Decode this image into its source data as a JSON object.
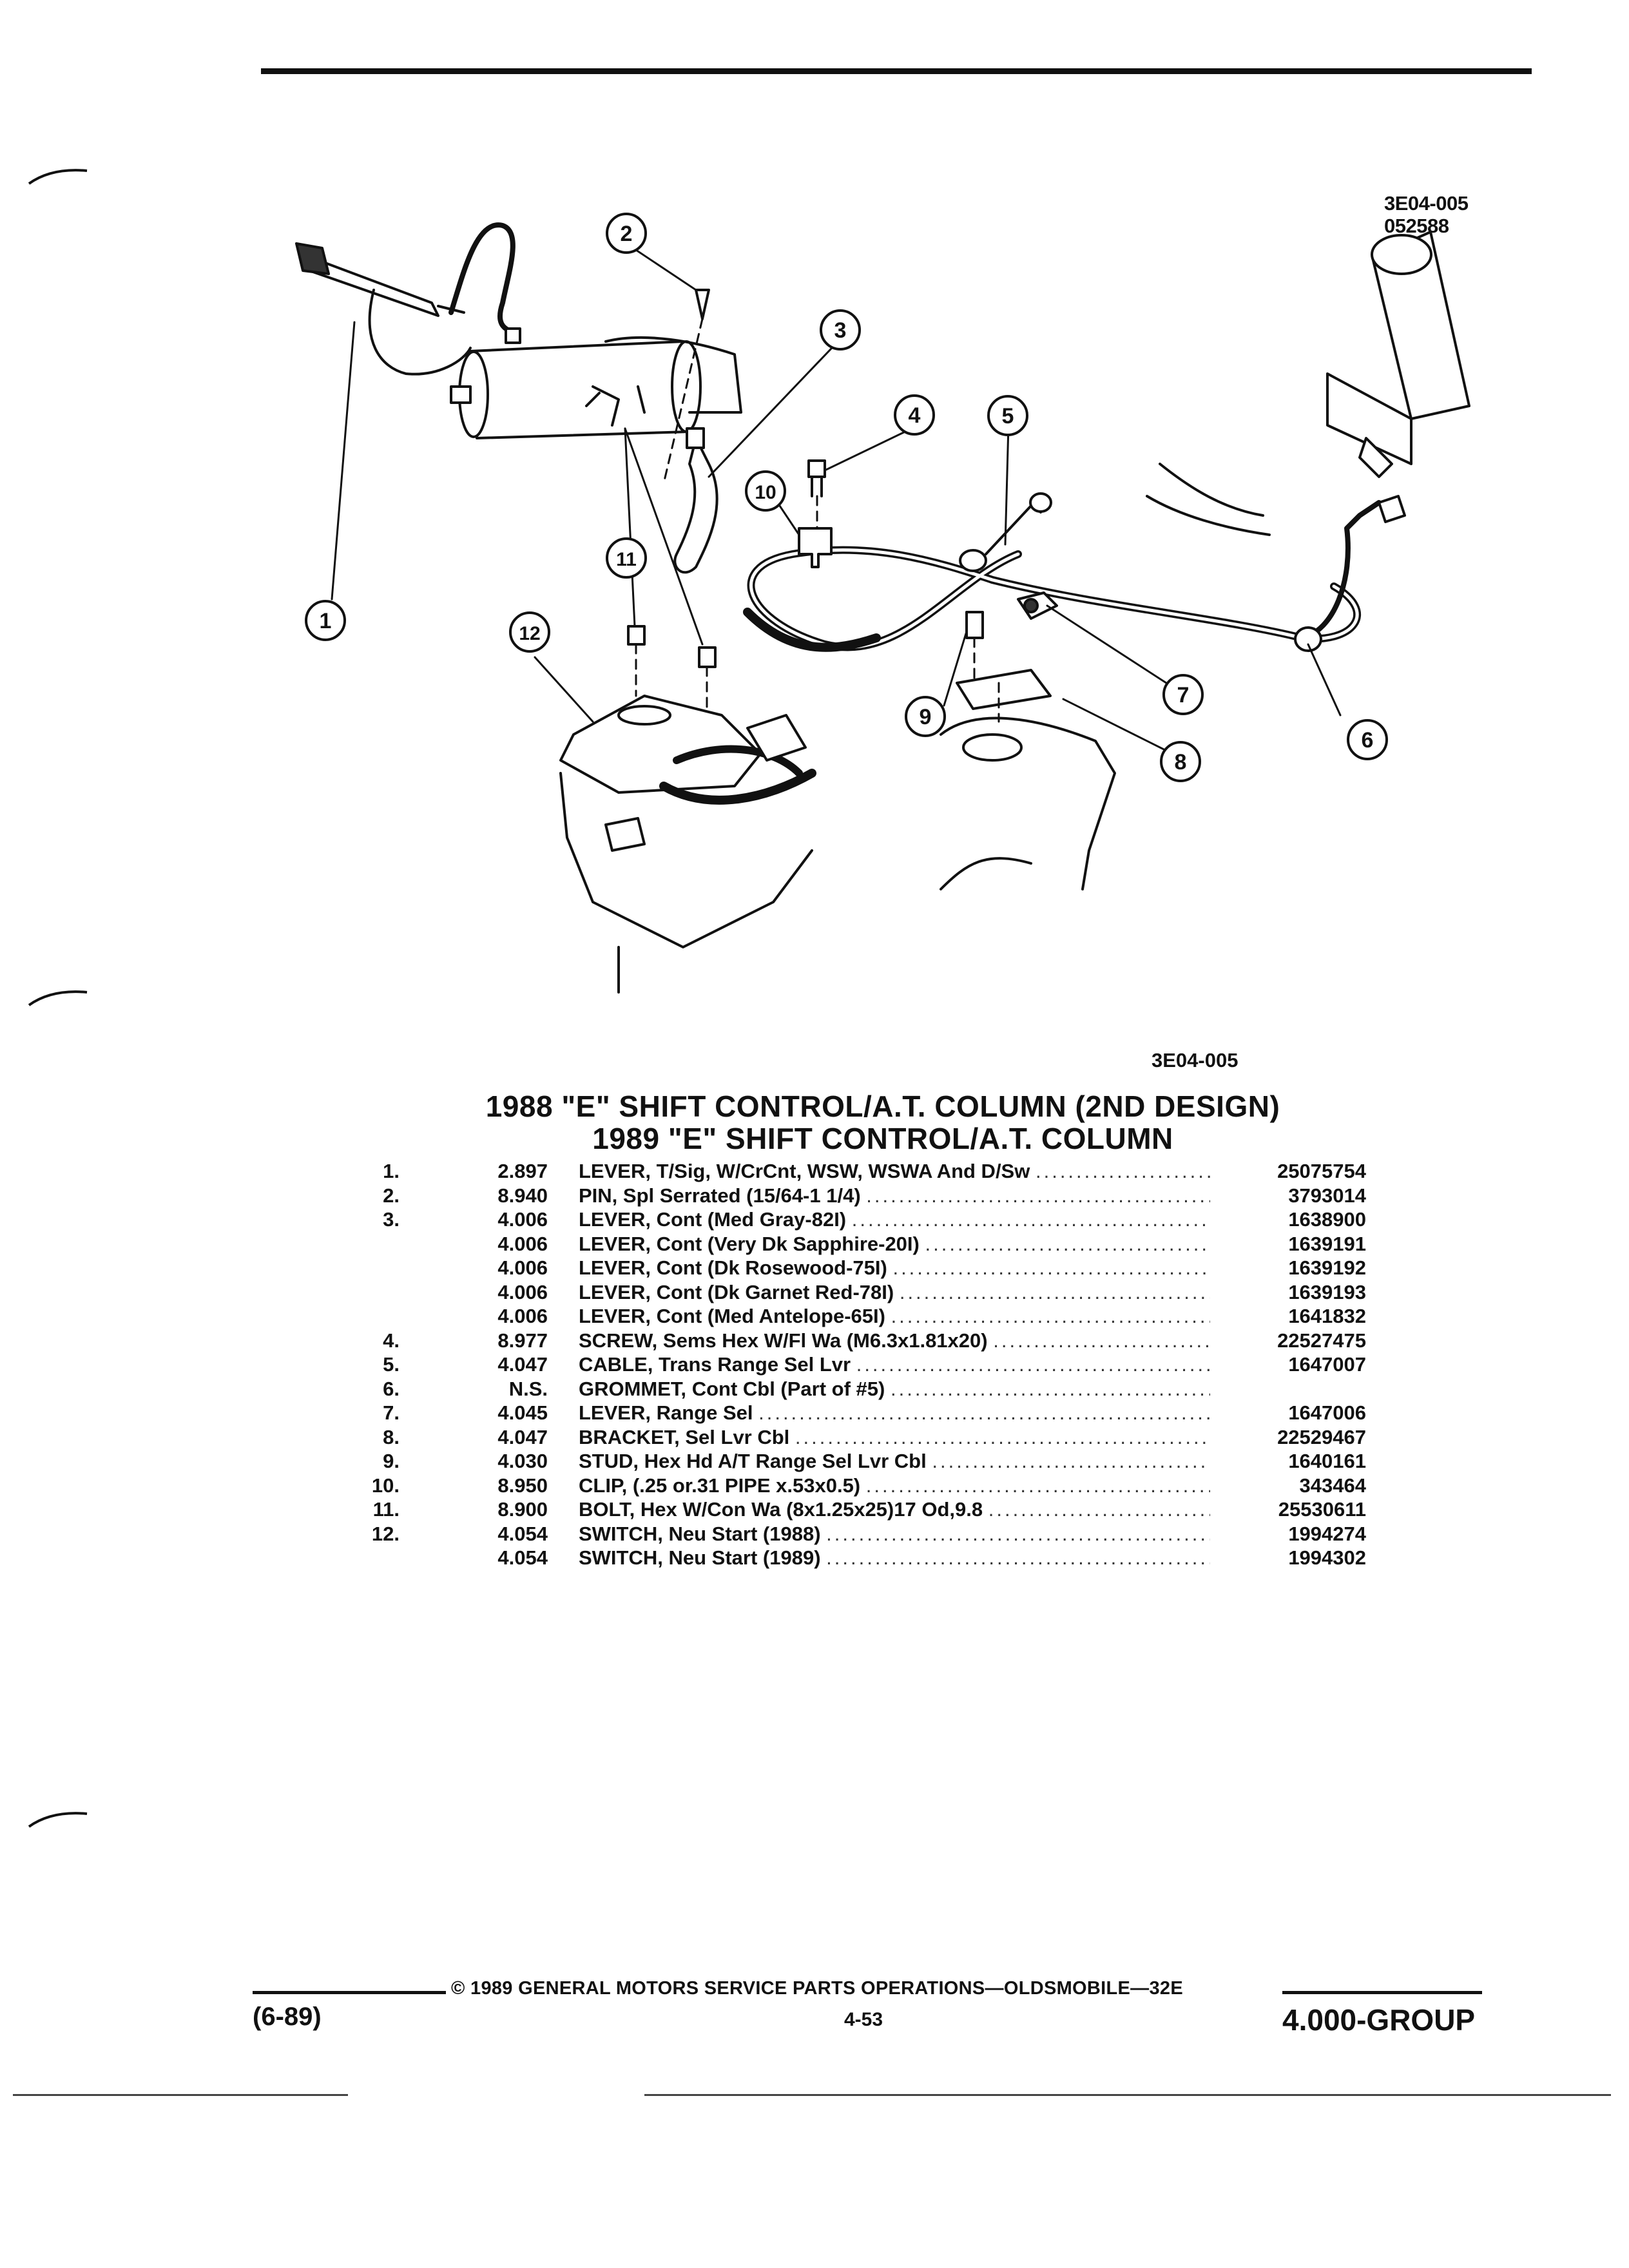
{
  "figure": {
    "code_top_1": "3E04-005",
    "code_top_2": "052588",
    "caption_code": "3E04-005",
    "callouts": [
      "1",
      "2",
      "3",
      "4",
      "5",
      "6",
      "7",
      "8",
      "9",
      "10",
      "11",
      "12"
    ]
  },
  "title": {
    "line1": "1988 \"E\" SHIFT CONTROL/A.T. COLUMN (2ND DESIGN)",
    "line2": "1989 \"E\" SHIFT CONTROL/A.T. COLUMN"
  },
  "parts": [
    {
      "num": "1.",
      "group": "2.897",
      "name": "LEVER,",
      "desc": "T/Sig, W/CrCnt, WSW, WSWA And D/Sw",
      "part": "25075754"
    },
    {
      "num": "2.",
      "group": "8.940",
      "name": "PIN,",
      "desc": "Spl Serrated (15/64-1 1/4)",
      "part": "3793014"
    },
    {
      "num": "3.",
      "group": "4.006",
      "name": "LEVER,",
      "desc": "Cont (Med Gray-82I)",
      "part": "1638900"
    },
    {
      "num": "",
      "group": "4.006",
      "name": "LEVER,",
      "desc": "Cont (Very Dk Sapphire-20I)",
      "part": "1639191"
    },
    {
      "num": "",
      "group": "4.006",
      "name": "LEVER,",
      "desc": "Cont (Dk Rosewood-75I)",
      "part": "1639192"
    },
    {
      "num": "",
      "group": "4.006",
      "name": "LEVER,",
      "desc": "Cont (Dk Garnet Red-78I)",
      "part": "1639193"
    },
    {
      "num": "",
      "group": "4.006",
      "name": "LEVER,",
      "desc": "Cont (Med Antelope-65I)",
      "part": "1641832"
    },
    {
      "num": "4.",
      "group": "8.977",
      "name": "SCREW,",
      "desc": "Sems Hex W/Fl Wa (M6.3x1.81x20)",
      "part": "22527475"
    },
    {
      "num": "5.",
      "group": "4.047",
      "name": "CABLE,",
      "desc": "Trans Range Sel Lvr",
      "part": "1647007"
    },
    {
      "num": "6.",
      "group": "N.S.",
      "name": "GROMMET,",
      "desc": "Cont Cbl (Part of #5)",
      "part": ""
    },
    {
      "num": "7.",
      "group": "4.045",
      "name": "LEVER,",
      "desc": "Range Sel",
      "part": "1647006"
    },
    {
      "num": "8.",
      "group": "4.047",
      "name": "BRACKET,",
      "desc": "Sel Lvr Cbl",
      "part": "22529467"
    },
    {
      "num": "9.",
      "group": "4.030",
      "name": "STUD,",
      "desc": "Hex Hd A/T Range Sel Lvr Cbl",
      "part": "1640161"
    },
    {
      "num": "10.",
      "group": "8.950",
      "name": "CLIP,",
      "desc": "(.25 or.31 PIPE x.53x0.5)",
      "part": "343464"
    },
    {
      "num": "11.",
      "group": "8.900",
      "name": "BOLT,",
      "desc": "Hex W/Con Wa (8x1.25x25)17 Od,9.8",
      "part": "25530611"
    },
    {
      "num": "12.",
      "group": "4.054",
      "name": "SWITCH,",
      "desc": "Neu Start (1988)",
      "part": "1994274"
    },
    {
      "num": "",
      "group": "4.054",
      "name": "SWITCH,",
      "desc": "Neu Start (1989)",
      "part": "1994302"
    }
  ],
  "footer": {
    "date": "(6-89)",
    "copyright": "© 1989 GENERAL MOTORS SERVICE PARTS OPERATIONS—OLDSMOBILE—32E",
    "page": "4-53",
    "group": "4.000-GROUP"
  }
}
